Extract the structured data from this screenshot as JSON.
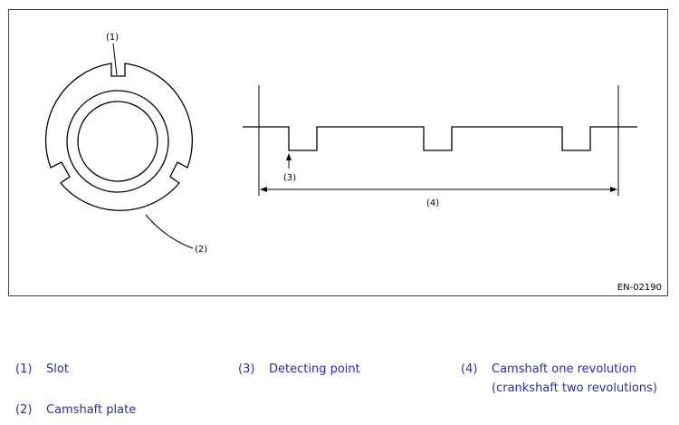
{
  "diagram": {
    "callouts": {
      "slot": "(1)",
      "plate": "(2)",
      "detect": "(3)",
      "revolution": "(4)"
    },
    "figure_id": "EN-02190"
  },
  "legend": [
    {
      "num": "(1)",
      "text": "Slot"
    },
    {
      "num": "(3)",
      "text": "Detecting point"
    },
    {
      "num": "(4)",
      "text": "Camshaft one revolution",
      "text2": "(crankshaft two revolutions)"
    },
    {
      "num": "(2)",
      "text": "Camshaft plate"
    }
  ],
  "colors": {
    "line": "#000000",
    "legend_text": "#2b2bb0",
    "frame": "#444444"
  }
}
